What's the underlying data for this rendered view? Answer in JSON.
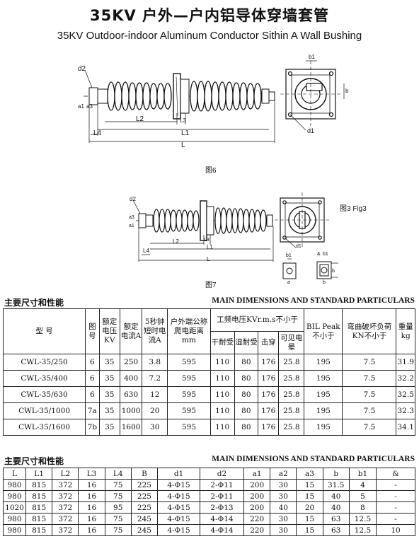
{
  "title_cn": "35KV 户外—户内铝导体穿墙套管",
  "title_en": "35KV Outdoor-indoor Aluminum Conductor Sithin A Wall Bushing",
  "fig6": {
    "label": "图6",
    "dims": {
      "d2": "d2",
      "a1": "a1",
      "a3": "a3",
      "L3": "L3",
      "L2": "L2",
      "L4": "L4",
      "L1": "L1",
      "L": "L",
      "b1": "b1",
      "b": "b",
      "d1": "d1"
    }
  },
  "fig7": {
    "label": "图7",
    "fig3_label": "图3  Fig3",
    "dims": {
      "d2": "d2",
      "a3": "a3",
      "a1": "a1",
      "L3": "L3",
      "L2": "L2",
      "L4": "L4",
      "L1": "L1",
      "L": "L",
      "d1": "d1",
      "b1": "b1",
      "b": "b",
      "amp": "&",
      "a": "a",
      "bb": "b"
    }
  },
  "table1": {
    "head_cn": "主要尺寸和性能",
    "head_en": "MAIN DIMENSIONS AND STANDARD PARTICULARS",
    "headers": {
      "model": "型    号",
      "fig": "图号",
      "voltage": "额定电压KV",
      "current": "额定电流A",
      "short": "5秒钟短时电流A",
      "creep": "户外端公称爬电距离mm",
      "freq": "工频电压KVr.m.s不小于",
      "dry": "干耐受",
      "wet": "湿耐受",
      "flash": "击穿",
      "corona": "可见电晕",
      "bil": "BIL Peak 不小于",
      "bend": "弯曲破坏负荷KN不小于",
      "weight": "重量kg"
    },
    "rows": [
      [
        "CWL-35/250",
        "6",
        "35",
        "250",
        "3.8",
        "595",
        "110",
        "80",
        "176",
        "25.8",
        "195",
        "7.5",
        "31.9"
      ],
      [
        "CWL-35/400",
        "6",
        "35",
        "400",
        "7.2",
        "595",
        "110",
        "80",
        "176",
        "25.8",
        "195",
        "7.5",
        "32.2"
      ],
      [
        "CWL-35/630",
        "6",
        "35",
        "630",
        "12",
        "595",
        "110",
        "80",
        "176",
        "25.8",
        "195",
        "7.5",
        "32.5"
      ],
      [
        "CWL-35/1000",
        "7a",
        "35",
        "1000",
        "20",
        "595",
        "110",
        "80",
        "176",
        "25.8",
        "195",
        "7.5",
        "32.3"
      ],
      [
        "CWL-35/1600",
        "7b",
        "35",
        "1600",
        "30",
        "595",
        "110",
        "80",
        "176",
        "25.8",
        "195",
        "7.5",
        "34.1"
      ]
    ]
  },
  "table2": {
    "head_cn": "主要尺寸和性能",
    "head_en": "MAIN DIMENSIONS AND STANDARD PARTICULARS",
    "headers": [
      "L",
      "L1",
      "L2",
      "L3",
      "L4",
      "B",
      "d1",
      "d2",
      "a1",
      "a2",
      "a3",
      "b",
      "b1",
      "&"
    ],
    "rows": [
      [
        "980",
        "815",
        "372",
        "16",
        "75",
        "225",
        "4-Φ15",
        "2-Φ11",
        "200",
        "30",
        "15",
        "31.5",
        "4",
        "-"
      ],
      [
        "980",
        "815",
        "372",
        "16",
        "75",
        "225",
        "4-Φ15",
        "2-Φ11",
        "200",
        "30",
        "15",
        "40",
        "5",
        "-"
      ],
      [
        "1020",
        "815",
        "372",
        "16",
        "95",
        "225",
        "4-Φ15",
        "2-Φ13",
        "200",
        "40",
        "20",
        "40",
        "8",
        "-"
      ],
      [
        "980",
        "815",
        "372",
        "16",
        "75",
        "245",
        "4-Φ15",
        "4-Φ14",
        "220",
        "30",
        "15",
        "63",
        "12.5",
        "-"
      ],
      [
        "980",
        "815",
        "372",
        "16",
        "75",
        "245",
        "4-Φ15",
        "4-Φ14",
        "220",
        "30",
        "15",
        "63",
        "12.5",
        "10"
      ]
    ]
  }
}
